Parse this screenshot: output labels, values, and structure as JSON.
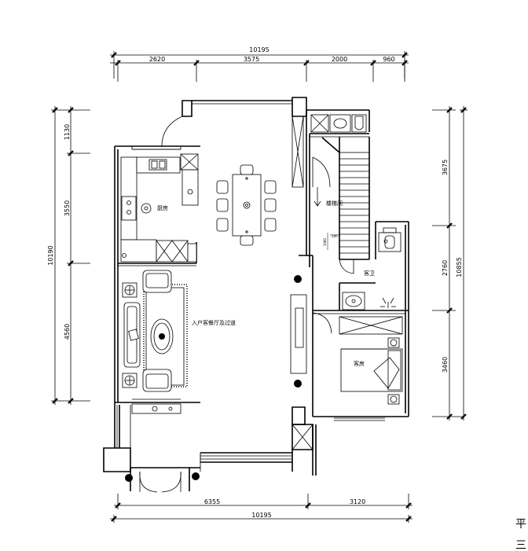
{
  "dimensions": {
    "top_total": "10195",
    "top_segments": [
      "2620",
      "3575",
      "2000",
      "960"
    ],
    "bottom_total": "10195",
    "bottom_segments": [
      "6355",
      "3120"
    ],
    "left_total": "10190",
    "left_segments": [
      "1130",
      "3550",
      "4560"
    ],
    "right_total": "10855",
    "right_segments": [
      "3675",
      "2760",
      "3460"
    ],
    "stair_small": [
      "1080",
      "200"
    ]
  },
  "rooms": {
    "kitchen": "厨房",
    "living": "入户客餐厅及过道",
    "stair": "楼梯间",
    "guest_bath": "客卫",
    "guest_bed": "客房"
  },
  "corner_glyphs": {
    "top": "平",
    "bottom": "三"
  }
}
